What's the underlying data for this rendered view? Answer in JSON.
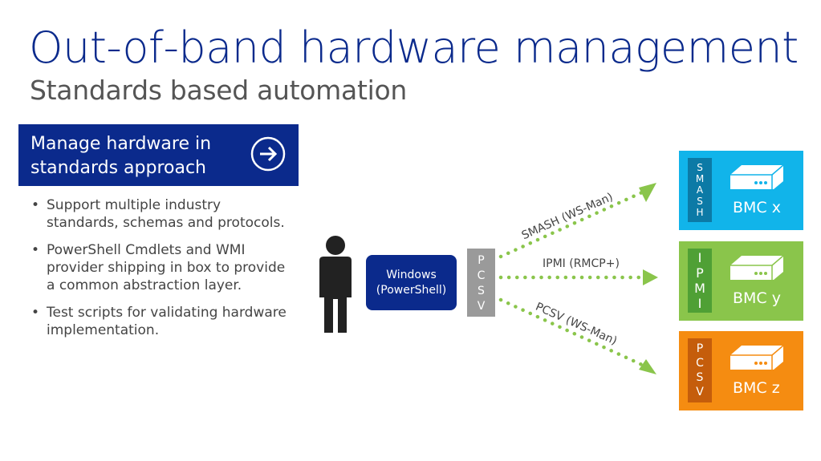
{
  "title": "Out-of-band hardware management",
  "subtitle": "Standards based automation",
  "callout": {
    "lines": [
      "Manage hardware in",
      "standards approach"
    ],
    "icon": "arrow-right-circle-icon"
  },
  "bullets": [
    {
      "lines": [
        "Support multiple industry",
        "standards, schemas and protocols."
      ]
    },
    {
      "lines": [
        "PowerShell Cmdlets and WMI",
        "provider shipping in box to provide",
        "a common abstraction layer."
      ]
    },
    {
      "lines": [
        "Test scripts for validating hardware",
        "implementation."
      ]
    }
  ],
  "diagram": {
    "user_icon": "person-icon",
    "windows_box": {
      "line1": "Windows",
      "line2": "(PowerShell)"
    },
    "pcsv_box": {
      "letters": [
        "P",
        "C",
        "S",
        "V"
      ]
    },
    "connections": [
      {
        "label": "SMASH (WS-Man)"
      },
      {
        "label": "IPMI (RMCP+)"
      },
      {
        "label": "PCSV (WS-Man)"
      }
    ],
    "colors": {
      "navy": "#0b2a8c",
      "arrow_green": "#8ac54b",
      "gray": "#9a9a9a"
    },
    "bmcs": [
      {
        "name": "BMC x",
        "protocol_letters": [
          "S",
          "M",
          "A",
          "S",
          "H"
        ],
        "color": "#11b4ea",
        "strip_color": "#0c7aa6",
        "icon": "server-icon"
      },
      {
        "name": "BMC y",
        "protocol_letters": [
          "I",
          "P",
          "M",
          "I"
        ],
        "color": "#8ac54b",
        "strip_color": "#4fa035",
        "icon": "server-icon"
      },
      {
        "name": "BMC z",
        "protocol_letters": [
          "P",
          "C",
          "S",
          "V"
        ],
        "color": "#f58c11",
        "strip_color": "#c55d0b",
        "icon": "server-icon"
      }
    ]
  }
}
